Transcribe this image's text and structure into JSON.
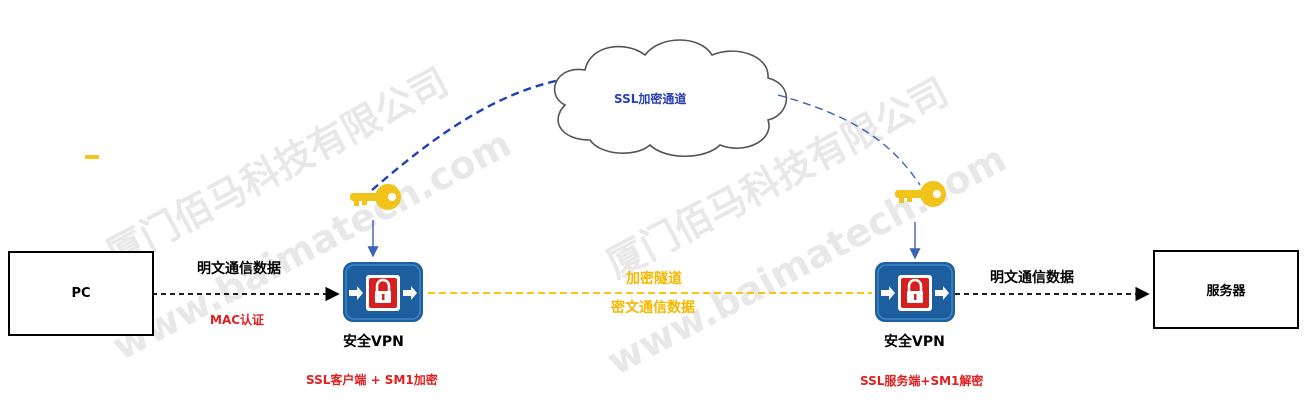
{
  "watermark": {
    "line1": "厦门佰马科技有限公司",
    "line2": "www.baimatech.com"
  },
  "cloud": {
    "label": "SSL加密通道"
  },
  "left_box": {
    "label": "PC"
  },
  "right_box": {
    "label": "服务器"
  },
  "left_link": {
    "label": "明文通信数据"
  },
  "right_link": {
    "label": "明文通信数据"
  },
  "mac_auth": {
    "label": "MAC认证"
  },
  "tunnel": {
    "line1": "加密隧道",
    "line2": "密文通信数据"
  },
  "vpn_left": {
    "label": "安全VPN",
    "caption": "SSL客户端 +  SM1加密"
  },
  "vpn_right": {
    "label": "安全VPN",
    "caption": "SSL服务端+SM1解密"
  },
  "colors": {
    "tunnel": "#f5c518",
    "link": "#000000",
    "dash_curve": "#1f3fb3",
    "caption_red": "#e02020",
    "cloud_label": "#2c3fb0",
    "device": "#1d5f9e",
    "lock": "#d62020",
    "key": "#f2c31a"
  },
  "icons": [
    "key-icon",
    "vpn-device-icon",
    "lock-icon",
    "cloud-icon"
  ]
}
